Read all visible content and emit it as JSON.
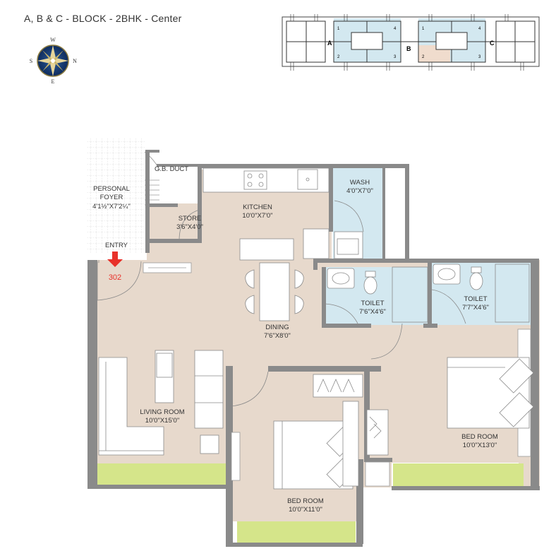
{
  "header": {
    "title": "A, B & C - BLOCK - 2BHK - Center"
  },
  "compass": {
    "north": "N",
    "south": "S",
    "east": "E",
    "west": "W"
  },
  "key_plan": {
    "blocks": [
      "A",
      "B",
      "C"
    ],
    "unit_numbers": [
      "1",
      "2",
      "3",
      "4"
    ]
  },
  "entry": {
    "label": "ENTRY",
    "unit_number": "302"
  },
  "fixtures": {
    "duct_label": "G.B. DUCT"
  },
  "rooms": {
    "foyer": {
      "name_line1": "PERSONAL",
      "name_line2": "FOYER",
      "size": "4'1½\"X7'2¼\""
    },
    "store": {
      "name": "STORE",
      "size": "3'6\"X4'0\""
    },
    "kitchen": {
      "name": "KITCHEN",
      "size": "10'0\"X7'0\""
    },
    "wash": {
      "name": "WASH",
      "size": "4'0\"X7'0\""
    },
    "toilet1": {
      "name": "TOILET",
      "size": "7'6\"X4'6\""
    },
    "toilet2": {
      "name": "TOILET",
      "size": "7'7\"X4'6\""
    },
    "dining": {
      "name": "DINING",
      "size": "7'6\"X8'0\""
    },
    "living": {
      "name": "LIVING ROOM",
      "size": "10'0\"X15'0\""
    },
    "bedroom1": {
      "name": "BED ROOM",
      "size": "10'0\"X13'0\""
    },
    "bedroom2": {
      "name": "BED ROOM",
      "size": "10'0\"X11'0\""
    }
  },
  "colors": {
    "floor": "#e7d9cc",
    "wet": "#d3e8f0",
    "balcony": "#d5e58a",
    "wall": "#8a8a8a",
    "entry_arrow": "#e8312a",
    "key_highlight": "#f0dccd",
    "key_blue": "#d3e8f0"
  }
}
